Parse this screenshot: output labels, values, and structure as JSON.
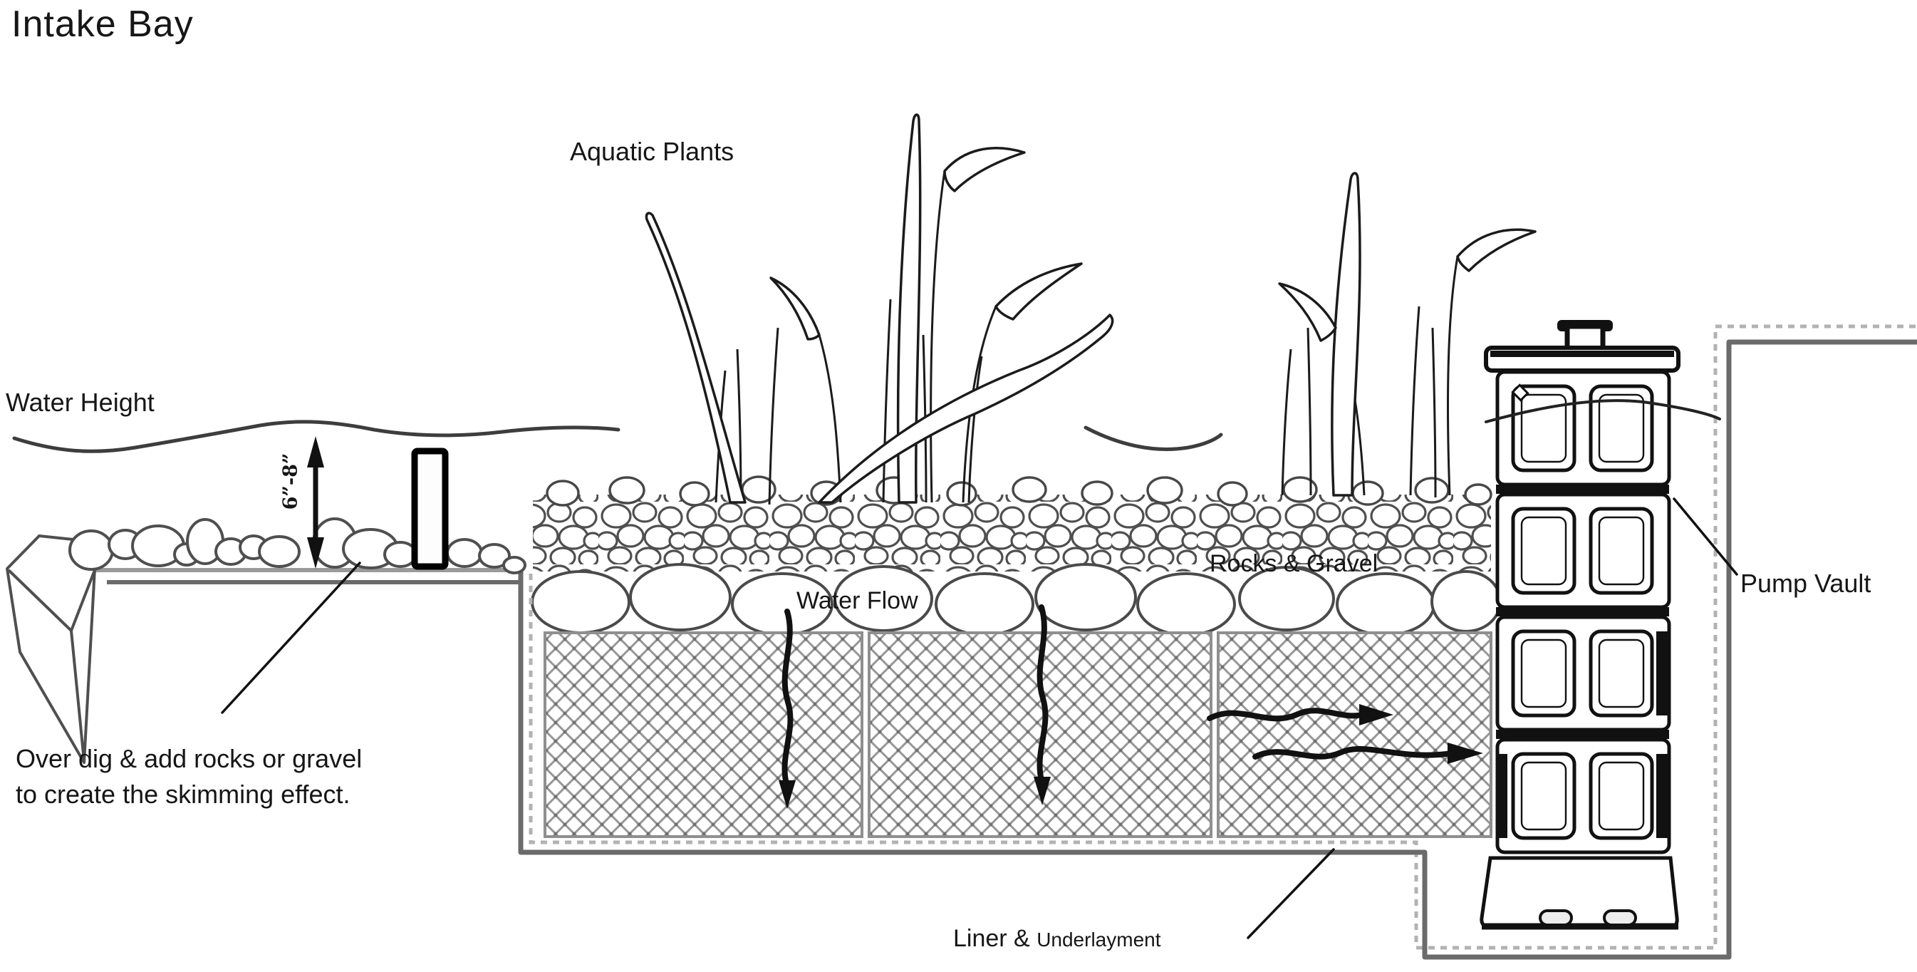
{
  "title": "Intake Bay",
  "labels": {
    "aquatic_plants": "Aquatic Plants",
    "water_height": "Water Height",
    "depth": "6”-8”",
    "overdig_line1": "Over dig & add rocks or gravel",
    "overdig_line2": "to create the skimming effect.",
    "water_flow": "Water Flow",
    "rocks_gravel": "Rocks & Gravel",
    "pump_vault": "Pump Vault",
    "liner_prefix": "Liner &",
    "liner_suffix": "Underlayment"
  },
  "colors": {
    "ink": "#1b1b1b",
    "rock_outline": "#4f4f4f",
    "liner_dash": "#b2b2b2",
    "underlayment_gray": "#6b6b6b",
    "mesh_gray": "#979797",
    "background": "#ffffff"
  }
}
